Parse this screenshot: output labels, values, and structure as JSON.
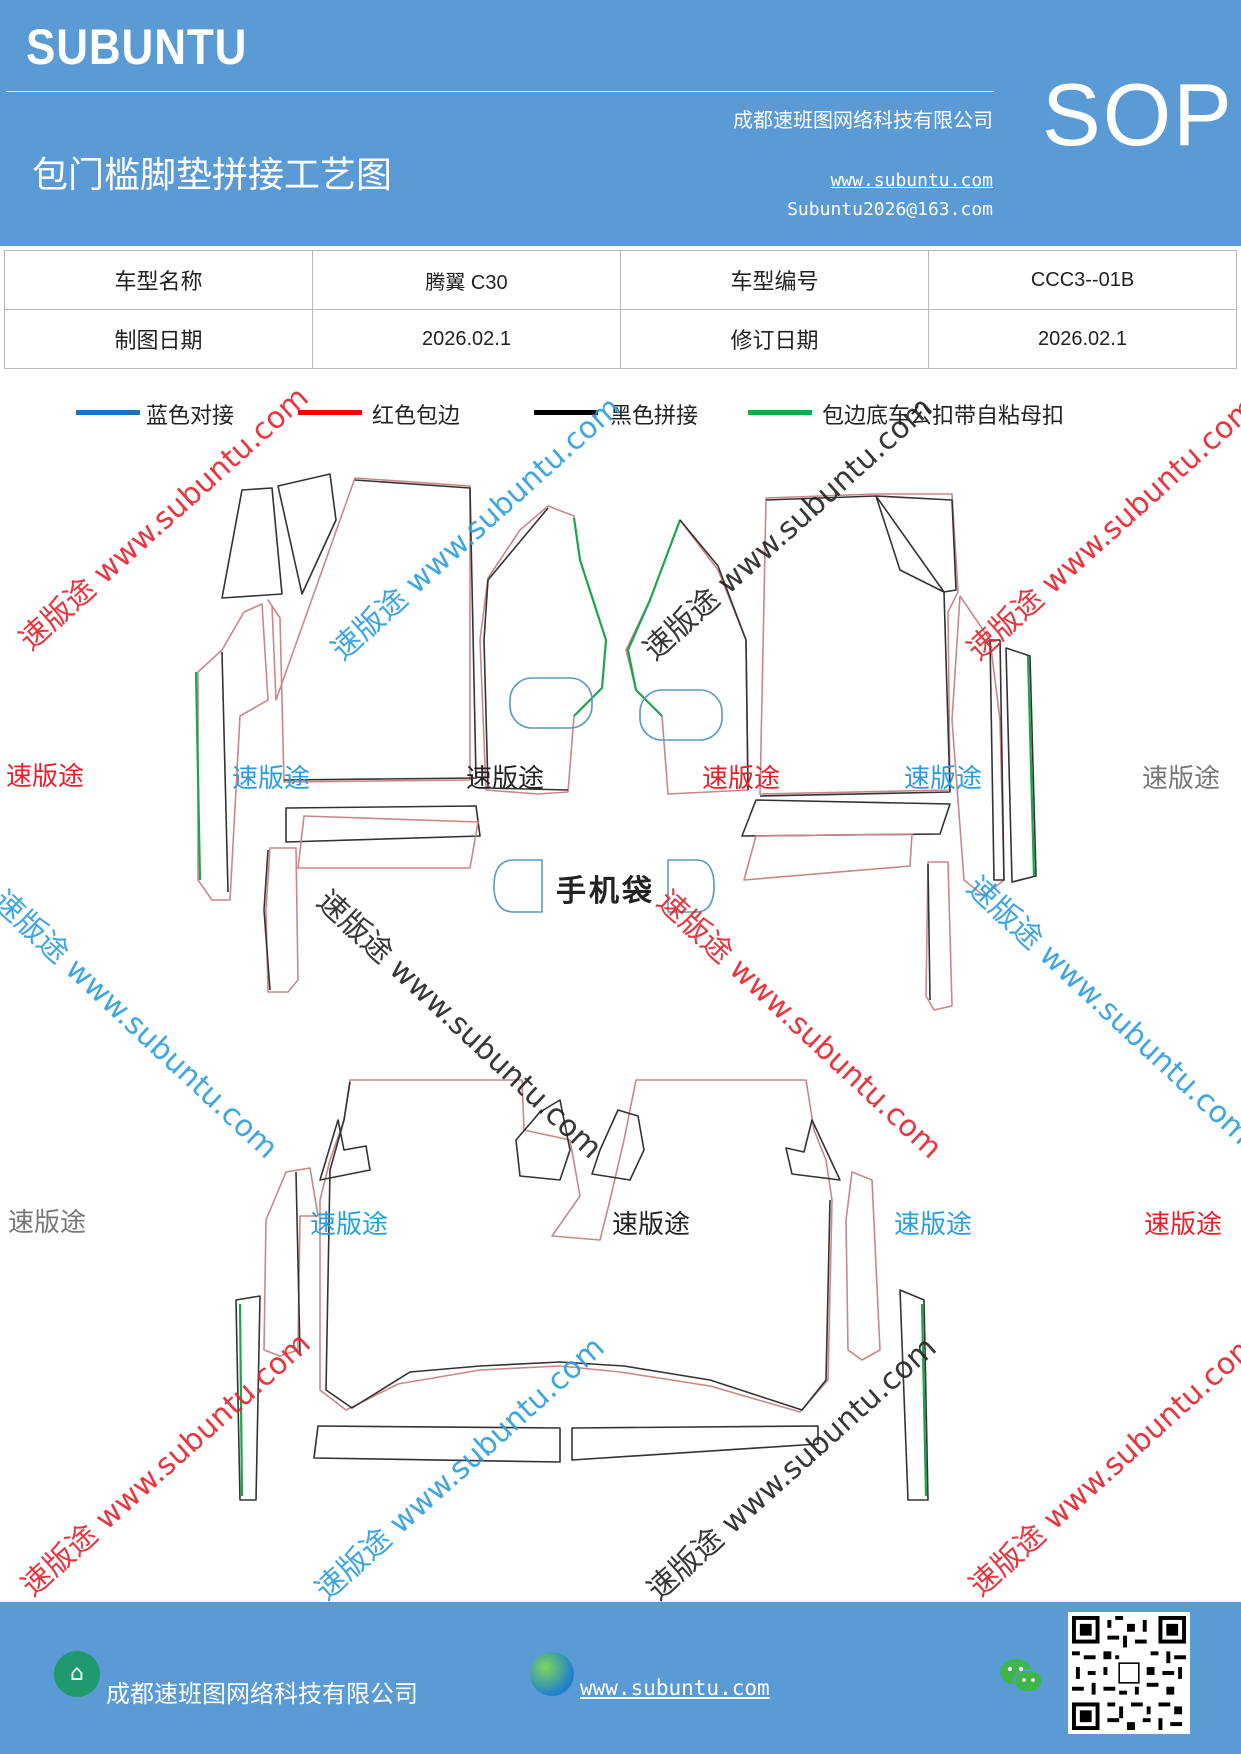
{
  "header": {
    "brand": "SUBUNTU",
    "title": "包门槛脚垫拼接工艺图",
    "company": "成都速班图网络科技有限公司",
    "website": "www.subuntu.com",
    "email": "Subuntu2026@163.com",
    "badge": "SOP"
  },
  "info_table": {
    "rows": [
      [
        "车型名称",
        "腾翼 C30",
        "车型编号",
        "CCC3--01B"
      ],
      [
        "制图日期",
        "2026.02.1",
        "修订日期",
        "2026.02.1"
      ]
    ]
  },
  "legend": [
    {
      "label": "蓝色对接",
      "color": "#1f6fbf"
    },
    {
      "label": "红色包边",
      "color": "#ff0000"
    },
    {
      "label": "黑色拼接",
      "color": "#000000"
    },
    {
      "label": "包边底车公扣带自粘母扣",
      "color": "#1aa64a"
    }
  ],
  "diagram": {
    "pocket_label": "手机袋",
    "watermark_brand": "速版途",
    "watermark_diag": "速版途 www.subuntu.com"
  },
  "footer": {
    "company": "成都速班图网络科技有限公司",
    "website": "www.subuntu.com",
    "home_icon": "home-icon",
    "globe_icon": "globe-icon",
    "wechat_icon": "wechat-icon"
  },
  "colors": {
    "header_bg": "#5b9bd5",
    "watermark_red": "#e8202a",
    "watermark_blue": "#2a9de0",
    "watermark_gray": "#777777"
  }
}
